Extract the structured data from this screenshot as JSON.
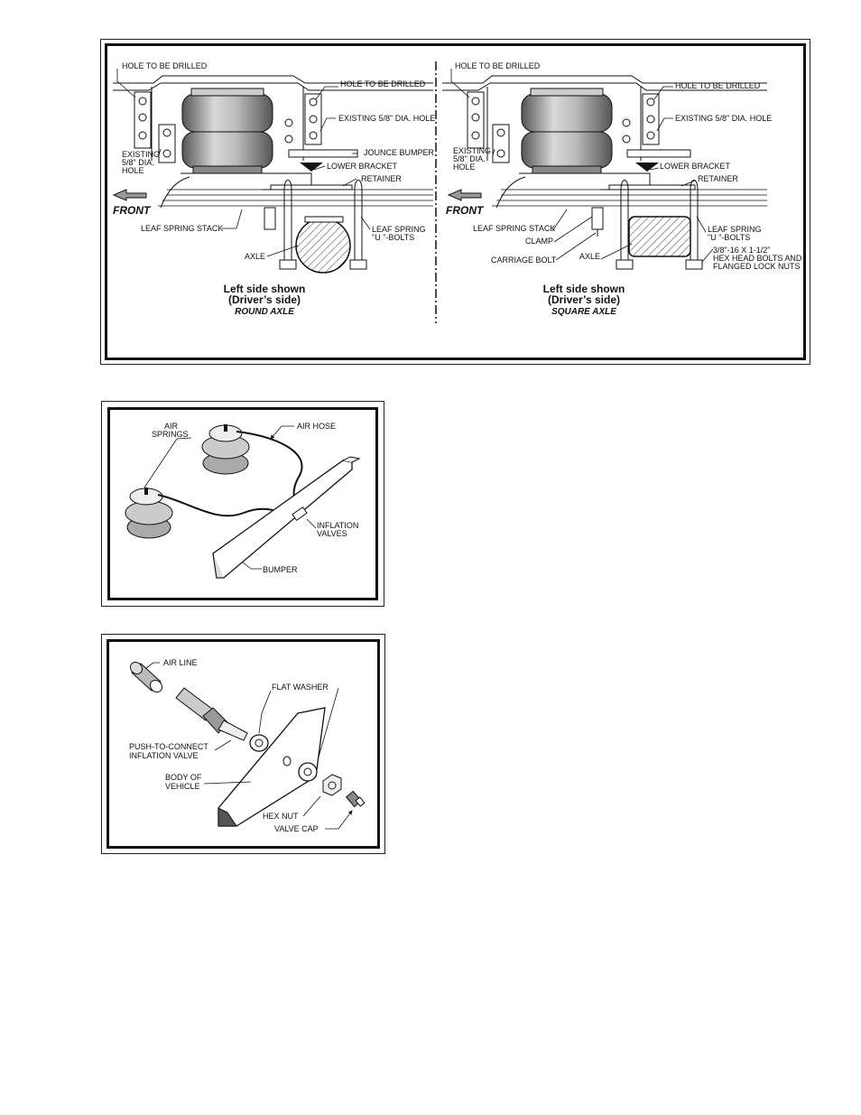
{
  "figure1": {
    "left": {
      "hole_to_be_drilled_a": "HOLE TO BE DRILLED",
      "hole_to_be_drilled_b": "HOLE TO BE DRILLED",
      "existing_hole_a": "EXISTING 5/8\" DIA. HOLE",
      "existing_hole_b_1": "EXISTING",
      "existing_hole_b_2": "5/8\" DIA.",
      "existing_hole_b_3": "HOLE",
      "jounce_bumper": "JOUNCE BUMPER",
      "lower_bracket": "LOWER BRACKET",
      "retainer": "RETAINER",
      "front": "FRONT",
      "leaf_spring_stack": "LEAF SPRING STACK",
      "leaf_spring_1": "LEAF SPRING",
      "leaf_spring_2": "\"U \"-BOLTS",
      "axle": "AXLE",
      "caption_1": "Left side shown",
      "caption_2": "(Driver’s side)",
      "caption_3": "ROUND AXLE"
    },
    "right": {
      "hole_to_be_drilled_a": "HOLE TO BE DRILLED",
      "hole_to_be_drilled_b": "HOLE TO BE DRILLED",
      "existing_hole_a": "EXISTING 5/8\" DIA. HOLE",
      "existing_hole_b_1": "EXISTING",
      "existing_hole_b_2": "5/8\" DIA.",
      "existing_hole_b_3": "HOLE",
      "lower_bracket": "LOWER BRACKET",
      "retainer": "RETAINER",
      "front": "FRONT",
      "leaf_spring_stack": "LEAF SPRING STACK",
      "clamp": "CLAMP",
      "carriage_bolt": "CARRIAGE BOLT",
      "axle": "AXLE",
      "leaf_spring_1": "LEAF SPRING",
      "leaf_spring_2": "\"U \"-BOLTS",
      "bolts_1": "3/8\"-16 X 1-1/2\"",
      "bolts_2": "HEX HEAD BOLTS AND",
      "bolts_3": "FLANGED LOCK NUTS",
      "caption_1": "Left side shown",
      "caption_2": "(Driver’s side)",
      "caption_3": "SQUARE AXLE"
    }
  },
  "figure2": {
    "air_springs_1": "AIR",
    "air_springs_2": "SPRINGS",
    "air_hose": "AIR HOSE",
    "inflation_valves_1": "INFLATION",
    "inflation_valves_2": "VALVES",
    "bumper": "BUMPER"
  },
  "figure3": {
    "air_line": "AIR LINE",
    "flat_washer": "FLAT WASHER",
    "push_to_connect_1": "PUSH-TO-CONNECT",
    "push_to_connect_2": "INFLATION VALVE",
    "body_of_vehicle_1": "BODY OF",
    "body_of_vehicle_2": "VEHICLE",
    "hex_nut": "HEX NUT",
    "valve_cap": "VALVE CAP"
  }
}
